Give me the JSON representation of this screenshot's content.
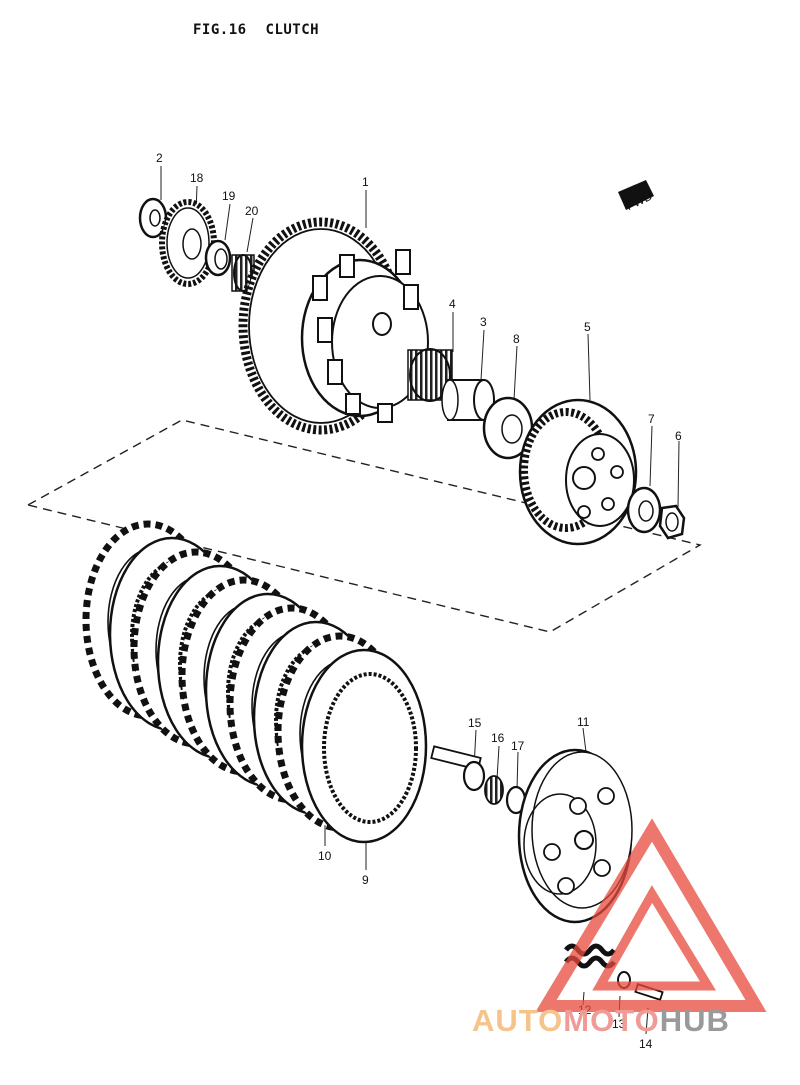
{
  "figure": {
    "number": "FIG.16",
    "title": "CLUTCH"
  },
  "direction_tag": "FWD",
  "callouts": [
    "2",
    "18",
    "19",
    "20",
    "1",
    "4",
    "3",
    "8",
    "5",
    "7",
    "6",
    "15",
    "16",
    "17",
    "11",
    "10",
    "9",
    "12",
    "13",
    "14"
  ],
  "watermark": {
    "part1": "AUTO",
    "part2": "MOTO",
    "part3": "HUB",
    "colors": {
      "auto": "#f6c48a",
      "moto": "#ef9c96",
      "hub": "#9a9a9a",
      "triangle": "#e84a3c"
    }
  }
}
